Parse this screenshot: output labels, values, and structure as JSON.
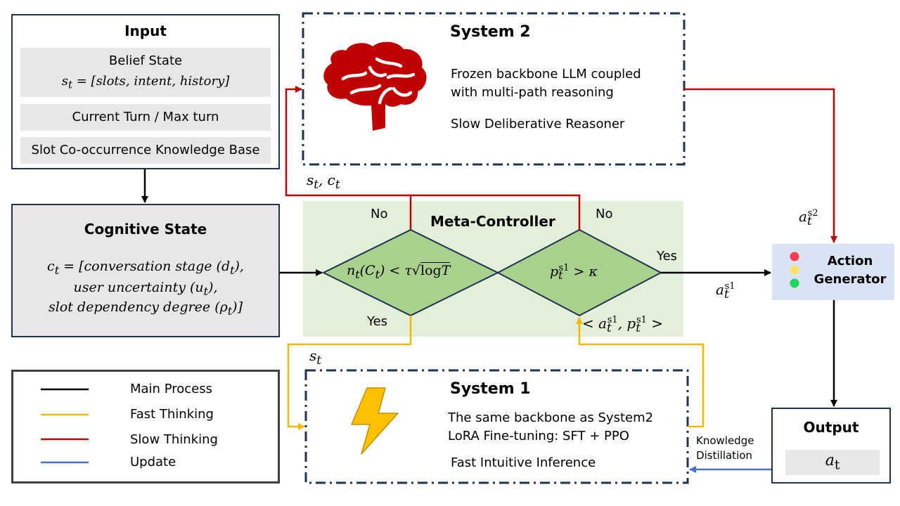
{
  "input": {
    "title": "Input",
    "belief_state_label": "Belief State",
    "belief_state_formula": "s_t = [slots, intent, history]",
    "current_turn": "Current Turn / Max turn",
    "knowledge_base": "Slot Co-occurrence Knowledge Base"
  },
  "cognitive": {
    "title": "Cognitive State",
    "line1": "c_t = [conversation stage (d_t),",
    "line2": "user uncertainty (u_t),",
    "line3": "slot dependency degree (ρ_t)]"
  },
  "system2": {
    "title": "System 2",
    "desc1": "Frozen backbone LLM coupled",
    "desc2": "with multi-path reasoning",
    "desc3": "Slow Deliberative Reasoner",
    "icon": "brain-icon"
  },
  "system1": {
    "title": "System 1",
    "desc1": "The same backbone as System2",
    "desc2": "LoRA Fine-tuning: SFT + PPO",
    "desc3": "Fast Intuitive Inference",
    "icon": "lightning-icon"
  },
  "meta": {
    "title": "Meta-Controller",
    "cond1": "n_t(C_t) < τ√logT",
    "cond2": "p_t^{s1} > κ",
    "no1": "No",
    "no2": "No",
    "yes1": "Yes",
    "yes2": "Yes",
    "pair": "< a_t^{s1}, p_t^{s1} >"
  },
  "edges": {
    "st_ct": "s_t, c_t",
    "st": "s_t",
    "a_s2": "a_t^{s2}",
    "a_s1": "a_t^{s1}",
    "knowledge_distillation_1": "Knowledge",
    "knowledge_distillation_2": "Distillation"
  },
  "action": {
    "line1": "Action",
    "line2": "Generator",
    "icon": "traffic-light-icon"
  },
  "output": {
    "title": "Output",
    "value": "a_t"
  },
  "legend": {
    "items": [
      {
        "label": "Main Process",
        "color": "#000000"
      },
      {
        "label": "Fast Thinking",
        "color": "#f5b800"
      },
      {
        "label": "Slow Thinking",
        "color": "#c00000"
      },
      {
        "label": "Update",
        "color": "#4472c4"
      }
    ]
  },
  "colors": {
    "slow": "#c00000",
    "fast": "#f5b800",
    "update": "#4472c4",
    "meta_bg": "#e2efd9",
    "diamond": "#a9d18e",
    "action_bg": "#dae3f3",
    "box_border": "#1f3350"
  }
}
